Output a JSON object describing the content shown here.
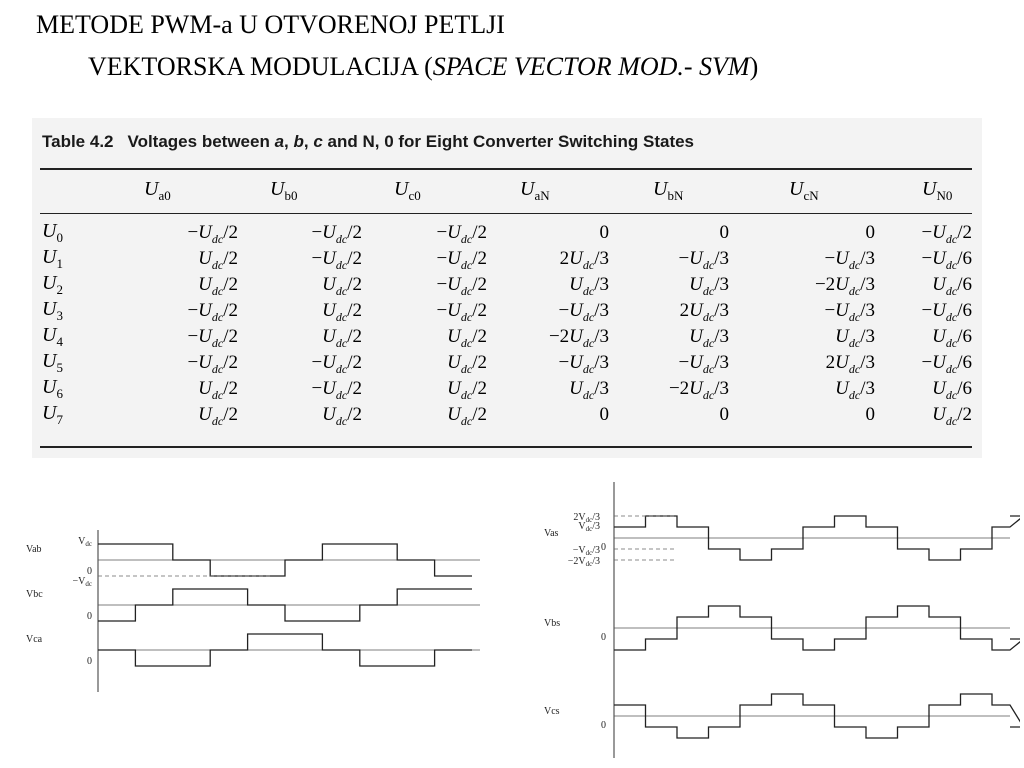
{
  "title": {
    "line1": "METODE PWM-a U OTVORENOJ PETLJI",
    "line2_prefix": "VEKTORSKA MODULACIJA (",
    "line2_italic": "SPACE VECTOR MOD.- SVM",
    "line2_suffix": ")"
  },
  "table": {
    "number": "Table 4.2",
    "caption_parts": [
      "Voltages between ",
      "a",
      ", ",
      "b",
      ", ",
      "c",
      " and N, 0 for Eight Converter Switching States"
    ],
    "columns": [
      {
        "base": "U",
        "sub": "a0"
      },
      {
        "base": "U",
        "sub": "b0"
      },
      {
        "base": "U",
        "sub": "c0"
      },
      {
        "base": "U",
        "sub": "aN"
      },
      {
        "base": "U",
        "sub": "bN"
      },
      {
        "base": "U",
        "sub": "cN"
      },
      {
        "base": "U",
        "sub": "N0"
      }
    ],
    "rows": [
      {
        "base": "U",
        "sub": "0",
        "cells": [
          "−Udc/2",
          "−Udc/2",
          "−Udc/2",
          "0",
          "0",
          "0",
          "−Udc/2"
        ]
      },
      {
        "base": "U",
        "sub": "1",
        "cells": [
          "Udc/2",
          "−Udc/2",
          "−Udc/2",
          "2Udc/3",
          "−Udc/3",
          "−Udc/3",
          "−Udc/6"
        ]
      },
      {
        "base": "U",
        "sub": "2",
        "cells": [
          "Udc/2",
          "Udc/2",
          "−Udc/2",
          "Udc/3",
          "Udc/3",
          "−2Udc/3",
          "Udc/6"
        ]
      },
      {
        "base": "U",
        "sub": "3",
        "cells": [
          "−Udc/2",
          "Udc/2",
          "−Udc/2",
          "−Udc/3",
          "2Udc/3",
          "−Udc/3",
          "−Udc/6"
        ]
      },
      {
        "base": "U",
        "sub": "4",
        "cells": [
          "−Udc/2",
          "Udc/2",
          "Udc/2",
          "−2Udc/3",
          "Udc/3",
          "Udc/3",
          "Udc/6"
        ]
      },
      {
        "base": "U",
        "sub": "5",
        "cells": [
          "−Udc/2",
          "−Udc/2",
          "Udc/2",
          "−Udc/3",
          "−Udc/3",
          "2Udc/3",
          "−Udc/6"
        ]
      },
      {
        "base": "U",
        "sub": "6",
        "cells": [
          "Udc/2",
          "−Udc/2",
          "Udc/2",
          "Udc/3",
          "−2Udc/3",
          "Udc/3",
          "Udc/6"
        ]
      },
      {
        "base": "U",
        "sub": "7",
        "cells": [
          "Udc/2",
          "Udc/2",
          "Udc/2",
          "0",
          "0",
          "0",
          "Udc/2"
        ]
      }
    ]
  },
  "chart_data": [
    {
      "type": "line",
      "step": true,
      "x_unit": "sector",
      "x": [
        0,
        1,
        2,
        3,
        4,
        5,
        6,
        7,
        8,
        9
      ],
      "series": [
        {
          "name": "Vab",
          "values": [
            1,
            1,
            0,
            -1,
            -1,
            0,
            1,
            1,
            0,
            -1
          ]
        },
        {
          "name": "Vbc",
          "values": [
            -1,
            0,
            1,
            1,
            0,
            -1,
            -1,
            0,
            1,
            1
          ]
        },
        {
          "name": "Vca",
          "values": [
            0,
            -1,
            -1,
            0,
            1,
            1,
            0,
            -1,
            -1,
            0
          ]
        }
      ],
      "labels": {
        "vdc": "V",
        "vdc_sub": "dc",
        "neg_vdc": "−V",
        "zero": "0"
      }
    },
    {
      "type": "line",
      "step": true,
      "x_unit": "sector",
      "x": [
        0,
        1,
        2,
        3,
        4,
        5,
        6,
        7,
        8,
        9,
        10,
        11,
        12,
        13
      ],
      "series": [
        {
          "name": "Vas",
          "values": [
            1,
            2,
            1,
            -1,
            -2,
            -1,
            1,
            2,
            1,
            -1,
            -2,
            -1,
            1,
            2
          ]
        },
        {
          "name": "Vbs",
          "values": [
            -2,
            -1,
            1,
            2,
            1,
            -1,
            -2,
            -1,
            1,
            2,
            1,
            -1,
            -2,
            -1
          ]
        },
        {
          "name": "Vcs",
          "values": [
            1,
            -1,
            -2,
            -1,
            1,
            2,
            1,
            -1,
            -2,
            -1,
            1,
            2,
            1,
            -1
          ]
        }
      ],
      "value_unit": "Vdc/3",
      "labels": {
        "p2": "2V",
        "p1": "V",
        "m1": "−V",
        "m2": "−2V",
        "sub": "dc",
        "denom": "/3",
        "zero": "0"
      }
    }
  ]
}
